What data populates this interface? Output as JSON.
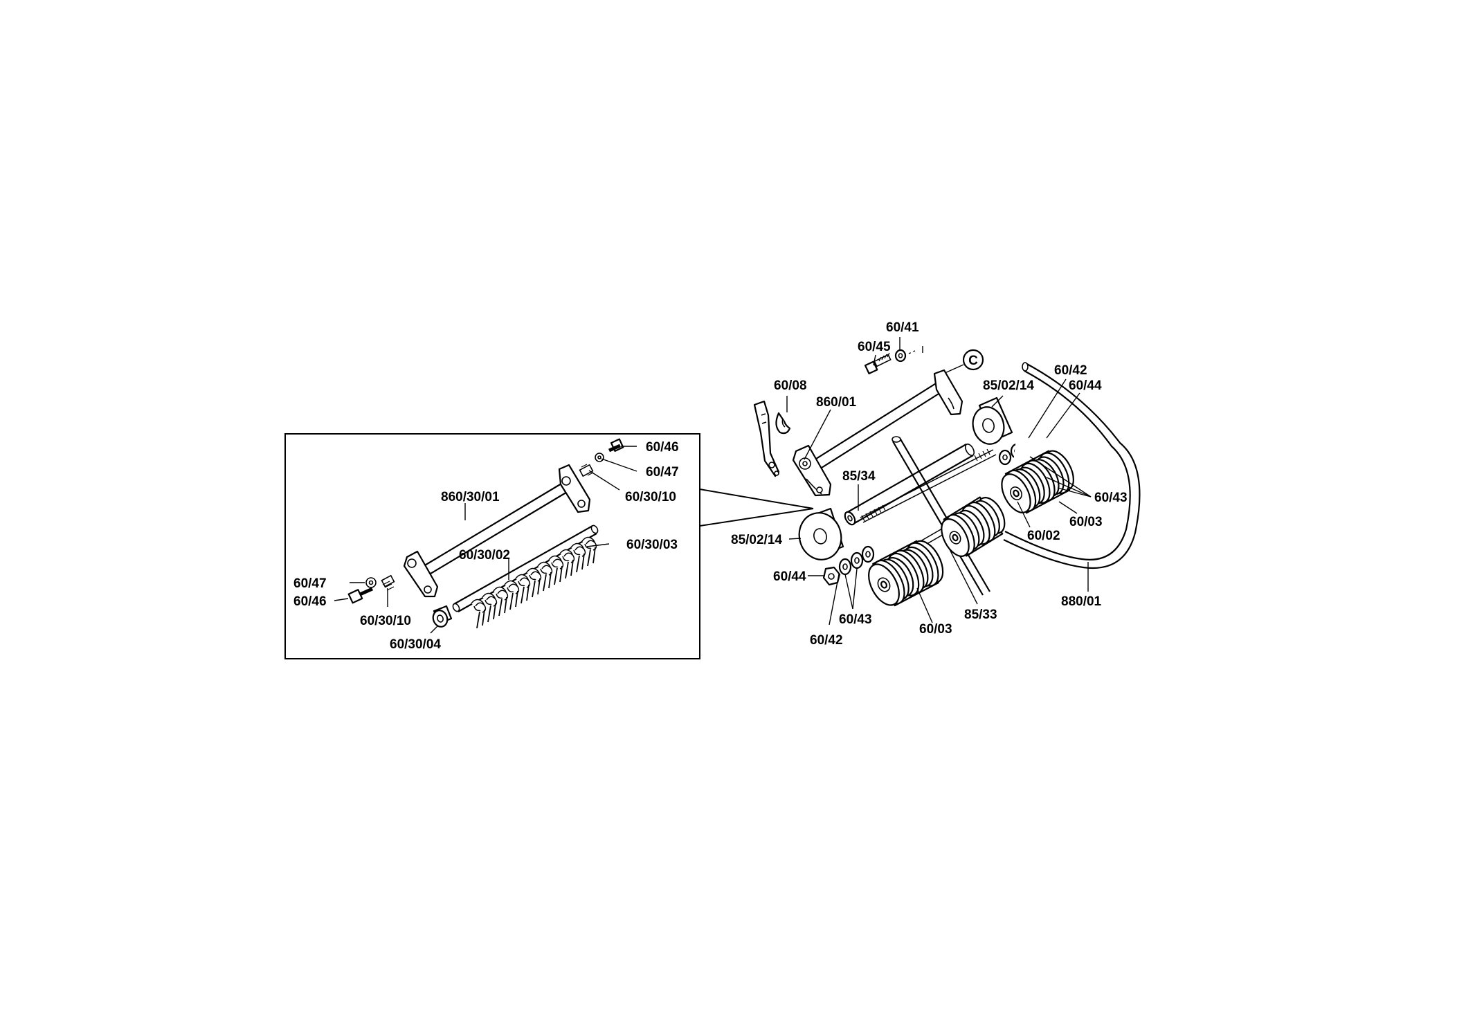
{
  "callout": "C",
  "inset": {
    "labels": {
      "l_60_46_top": "60/46",
      "l_60_47_top": "60/47",
      "l_60_30_10_top": "60/30/10",
      "l_860_30_01": "860/30/01",
      "l_60_30_03": "60/30/03",
      "l_60_30_02": "60/30/02",
      "l_60_47_left": "60/47",
      "l_60_46_left": "60/46",
      "l_60_30_10_left": "60/30/10",
      "l_60_30_04": "60/30/04"
    }
  },
  "main": {
    "labels": {
      "l_60_41": "60/41",
      "l_60_45": "60/45",
      "l_60_08": "60/08",
      "l_860_01": "860/01",
      "l_85_02_14_top": "85/02/14",
      "l_60_42_top": "60/42",
      "l_60_44_top": "60/44",
      "l_85_34": "85/34",
      "l_60_43_right": "60/43",
      "l_60_03_right": "60/03",
      "l_60_02": "60/02",
      "l_85_02_14_left": "85/02/14",
      "l_60_44_left": "60/44",
      "l_60_43_bottom": "60/43",
      "l_60_03_bottom": "60/03",
      "l_85_33": "85/33",
      "l_880_01": "880/01",
      "l_60_42_bottom": "60/42"
    }
  }
}
